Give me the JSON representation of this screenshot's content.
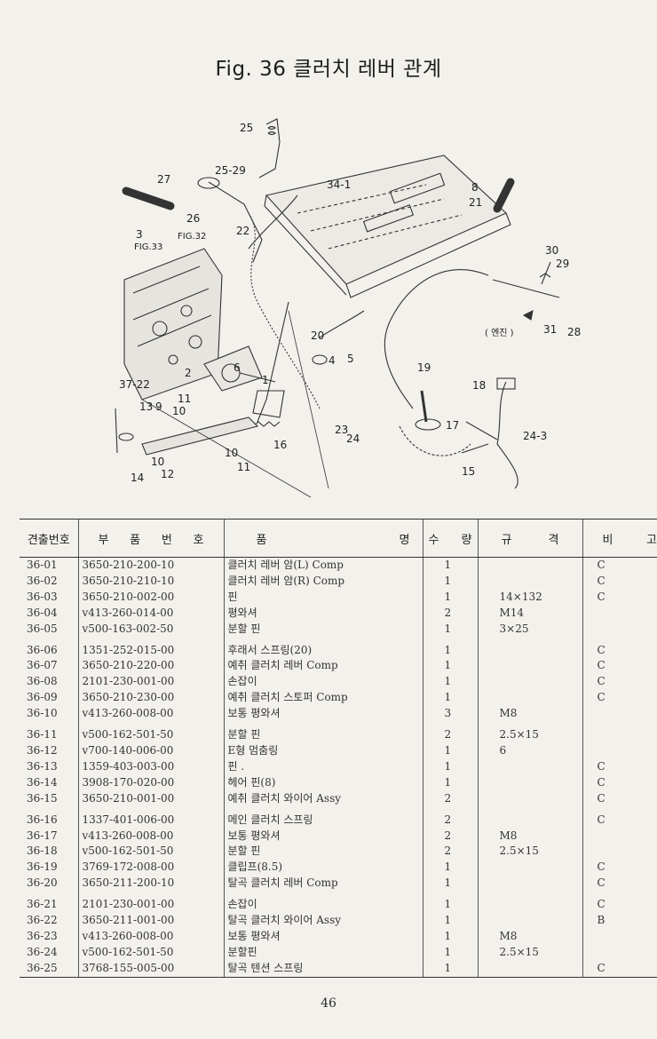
{
  "title": "Fig. 36 클러치 레버 관계",
  "diagram": {
    "labels": [
      "25",
      "25-29",
      "27",
      "34-1",
      "8",
      "21",
      "26",
      "3",
      "FIG.32",
      "FIG.33",
      "22",
      "30",
      "29",
      "( 엔진 )",
      "31",
      "28",
      "20",
      "4",
      "5",
      "2",
      "6",
      "1",
      "19",
      "18",
      "37-22",
      "13",
      "9",
      "11",
      "10",
      "17",
      "24-3",
      "23",
      "24",
      "16",
      "10",
      "11",
      "10",
      "14",
      "12",
      "15"
    ]
  },
  "table": {
    "headers": {
      "no": "견출번호",
      "part": [
        "부",
        "품",
        "번",
        "호"
      ],
      "name": [
        "품",
        "명"
      ],
      "qty": [
        "수",
        "량"
      ],
      "spec": [
        "규",
        "격"
      ],
      "remark": [
        "비",
        "고"
      ]
    },
    "rows": [
      {
        "no": "36-01",
        "part": "3650-210-200-10",
        "name": "클러치 레버 암(L) Comp",
        "qty": "1",
        "spec": "",
        "remark": "C"
      },
      {
        "no": "36-02",
        "part": "3650-210-210-10",
        "name": "클러치 레버 암(R) Comp",
        "qty": "1",
        "spec": "",
        "remark": "C"
      },
      {
        "no": "36-03",
        "part": "3650-210-002-00",
        "name": "핀",
        "qty": "1",
        "spec": "14×132",
        "remark": "C"
      },
      {
        "no": "36-04",
        "part": "v413-260-014-00",
        "name": "평와셔",
        "qty": "2",
        "spec": "M14",
        "remark": ""
      },
      {
        "no": "36-05",
        "part": "v500-163-002-50",
        "name": "분할 핀",
        "qty": "1",
        "spec": "3×25",
        "remark": ""
      },
      {
        "no": "36-06",
        "part": "1351-252-015-00",
        "name": "후래서 스프링(20)",
        "qty": "1",
        "spec": "",
        "remark": "C"
      },
      {
        "no": "36-07",
        "part": "3650-210-220-00",
        "name": "예취 클러치 레버 Comp",
        "qty": "1",
        "spec": "",
        "remark": "C"
      },
      {
        "no": "36-08",
        "part": "2101-230-001-00",
        "name": "손잡이",
        "qty": "1",
        "spec": "",
        "remark": "C"
      },
      {
        "no": "36-09",
        "part": "3650-210-230-00",
        "name": "예취 클러치 스토퍼 Comp",
        "qty": "1",
        "spec": "",
        "remark": "C"
      },
      {
        "no": "36-10",
        "part": "v413-260-008-00",
        "name": "보통 평와셔",
        "qty": "3",
        "spec": "M8",
        "remark": ""
      },
      {
        "no": "36-11",
        "part": "v500-162-501-50",
        "name": "분할 핀",
        "qty": "2",
        "spec": "2.5×15",
        "remark": ""
      },
      {
        "no": "36-12",
        "part": "v700-140-006-00",
        "name": "E형 멈춤링",
        "qty": "1",
        "spec": "6",
        "remark": ""
      },
      {
        "no": "36-13",
        "part": "1359-403-003-00",
        "name": "핀 .",
        "qty": "1",
        "spec": "",
        "remark": "C"
      },
      {
        "no": "36-14",
        "part": "3908-170-020-00",
        "name": "헤어 핀(8)",
        "qty": "1",
        "spec": "",
        "remark": "C"
      },
      {
        "no": "36-15",
        "part": "3650-210-001-00",
        "name": "예취 클러치 와이어 Assy",
        "qty": "2",
        "spec": "",
        "remark": "C"
      },
      {
        "no": "36-16",
        "part": "1337-401-006-00",
        "name": "메인 클러치 스프링",
        "qty": "2",
        "spec": "",
        "remark": "C"
      },
      {
        "no": "36-17",
        "part": "v413-260-008-00",
        "name": "보통 평와셔",
        "qty": "2",
        "spec": "M8",
        "remark": ""
      },
      {
        "no": "36-18",
        "part": "v500-162-501-50",
        "name": "분할 핀",
        "qty": "2",
        "spec": "2.5×15",
        "remark": ""
      },
      {
        "no": "36-19",
        "part": "3769-172-008-00",
        "name": "클립프(8.5)",
        "qty": "1",
        "spec": "",
        "remark": "C"
      },
      {
        "no": "36-20",
        "part": "3650-211-200-10",
        "name": "탈곡 클러치 레버 Comp",
        "qty": "1",
        "spec": "",
        "remark": "C"
      },
      {
        "no": "36-21",
        "part": "2101-230-001-00",
        "name": "손잡이",
        "qty": "1",
        "spec": "",
        "remark": "C"
      },
      {
        "no": "36-22",
        "part": "3650-211-001-00",
        "name": "탈곡 클러치 와이어 Assy",
        "qty": "1",
        "spec": "",
        "remark": "B"
      },
      {
        "no": "36-23",
        "part": "v413-260-008-00",
        "name": "보통 평와셔",
        "qty": "1",
        "spec": "M8",
        "remark": ""
      },
      {
        "no": "36-24",
        "part": "v500-162-501-50",
        "name": "분할핀",
        "qty": "1",
        "spec": "2.5×15",
        "remark": ""
      },
      {
        "no": "36-25",
        "part": "3768-155-005-00",
        "name": "탈곡 텐션 스프링",
        "qty": "1",
        "spec": "",
        "remark": "C"
      }
    ]
  },
  "page_number": "46"
}
